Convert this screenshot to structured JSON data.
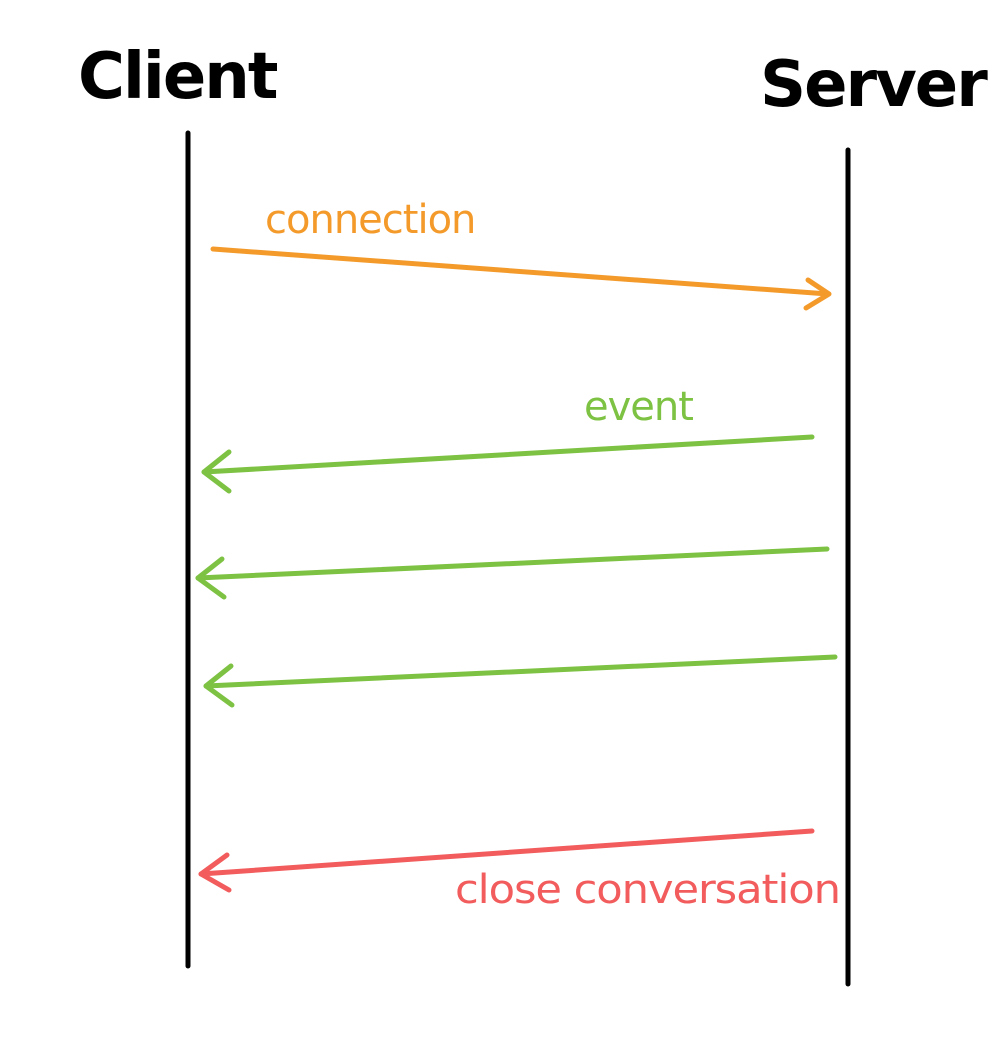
{
  "actors": {
    "client": {
      "label": "Client"
    },
    "server": {
      "label": "Server"
    }
  },
  "messages": [
    {
      "id": "connection",
      "label": "connection",
      "direction": "client-to-server",
      "color": "#F39A2B"
    },
    {
      "id": "event-1",
      "label": "event",
      "direction": "server-to-client",
      "color": "#7DC242"
    },
    {
      "id": "event-2",
      "label": "",
      "direction": "server-to-client",
      "color": "#7DC242"
    },
    {
      "id": "event-3",
      "label": "",
      "direction": "server-to-client",
      "color": "#7DC242"
    },
    {
      "id": "close",
      "label": "close conversation",
      "direction": "server-to-client",
      "color": "#F25C5C"
    }
  ],
  "colors": {
    "lifeline": "#000000",
    "background": "#FFFFFF"
  }
}
